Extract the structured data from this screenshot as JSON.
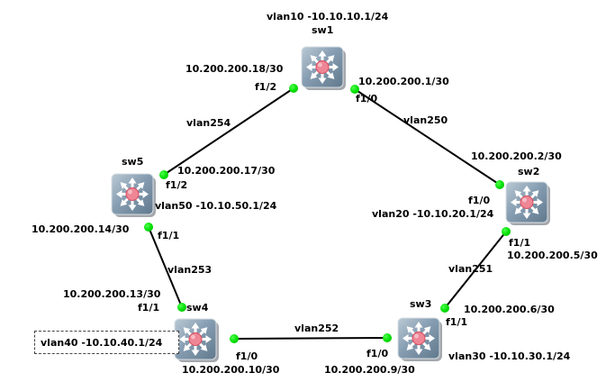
{
  "app": {
    "type": "network-topology-canvas",
    "background": "#ffffff"
  },
  "colors": {
    "link_line": "#000000",
    "port_status_up": "#00dc00",
    "switch_body": "#7e96ab",
    "switch_hub": "#ee8695",
    "label_text": "#000000"
  },
  "icons": {
    "switch_icon": "multilayer-switch (3D box, 8 white arrows, pink hub)",
    "port_status_dot": "green circle = link up"
  },
  "nodes": {
    "sw1": {
      "name": "sw1",
      "vlan_label": "vlan10 -10.10.10.1/24"
    },
    "sw2": {
      "name": "sw2",
      "vlan_label": "vlan20 -10.10.20.1/24"
    },
    "sw3": {
      "name": "sw3",
      "vlan_label": "vlan30 -10.10.30.1/24"
    },
    "sw4": {
      "name": "sw4",
      "vlan_label": "vlan40 -10.10.40.1/24",
      "label_selected": true
    },
    "sw5": {
      "name": "sw5",
      "vlan_label": "vlan50 -10.10.50.1/24"
    }
  },
  "links": {
    "vlan254": {
      "label": "vlan254",
      "endpoint_a": {
        "node": "sw1",
        "interface": "f1/2",
        "ip": "10.200.200.18/30",
        "status": "up"
      },
      "endpoint_b": {
        "node": "sw5",
        "interface": "f1/2",
        "ip": "10.200.200.17/30",
        "status": "up"
      }
    },
    "vlan250": {
      "label": "vlan250",
      "endpoint_a": {
        "node": "sw1",
        "interface": "f1/0",
        "ip": "10.200.200.1/30",
        "status": "up"
      },
      "endpoint_b": {
        "node": "sw2",
        "interface": "f1/0",
        "ip": "10.200.200.2/30",
        "status": "up"
      }
    },
    "vlan251": {
      "label": "vlan251",
      "endpoint_a": {
        "node": "sw2",
        "interface": "f1/1",
        "ip": "10.200.200.5/30",
        "status": "up"
      },
      "endpoint_b": {
        "node": "sw3",
        "interface": "f1/1",
        "ip": "10.200.200.6/30",
        "status": "up"
      }
    },
    "vlan252": {
      "label": "vlan252",
      "endpoint_a": {
        "node": "sw3",
        "interface": "f1/0",
        "ip": "10.200.200.9/30",
        "status": "up"
      },
      "endpoint_b": {
        "node": "sw4",
        "interface": "f1/0",
        "ip": "10.200.200.10/30",
        "status": "up"
      }
    },
    "vlan253": {
      "label": "vlan253",
      "endpoint_a": {
        "node": "sw4",
        "interface": "f1/1",
        "ip": "10.200.200.13/30",
        "status": "up"
      },
      "endpoint_b": {
        "node": "sw5",
        "interface": "f1/1",
        "ip": "10.200.200.14/30",
        "status": "up"
      }
    }
  }
}
